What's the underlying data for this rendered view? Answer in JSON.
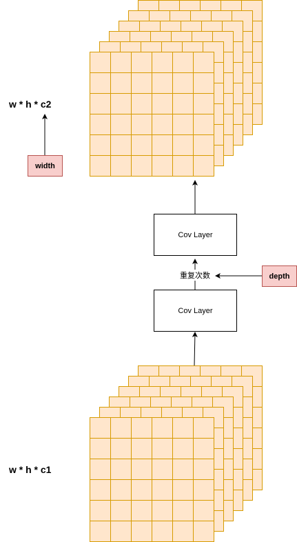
{
  "labels": {
    "output_dims": "w * h * c2",
    "input_dims": "w * h * c1",
    "width_tag": "width",
    "depth_tag": "depth",
    "layer_top": "Cov Layer",
    "layer_bottom": "Cov Layer",
    "repeat": "重复次数"
  },
  "grid": {
    "rows": 6,
    "cols": 6,
    "stack_count": 6,
    "fill": "#ffe6cc",
    "stroke": "#d79b00"
  },
  "colors": {
    "tag_fill": "#f8cecc",
    "tag_stroke": "#b85450",
    "line": "#000000"
  }
}
